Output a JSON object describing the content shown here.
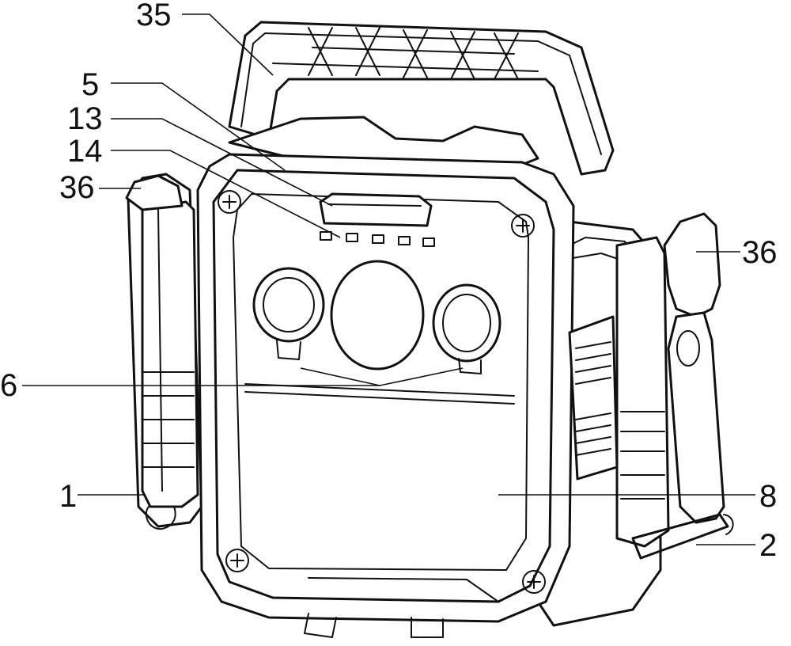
{
  "labels": {
    "l35": "35",
    "l5": "5",
    "l13": "13",
    "l14": "14",
    "l36_left": "36",
    "l36_right": "36",
    "l6": "6",
    "l1": "1",
    "l8": "8",
    "l2": "2"
  }
}
